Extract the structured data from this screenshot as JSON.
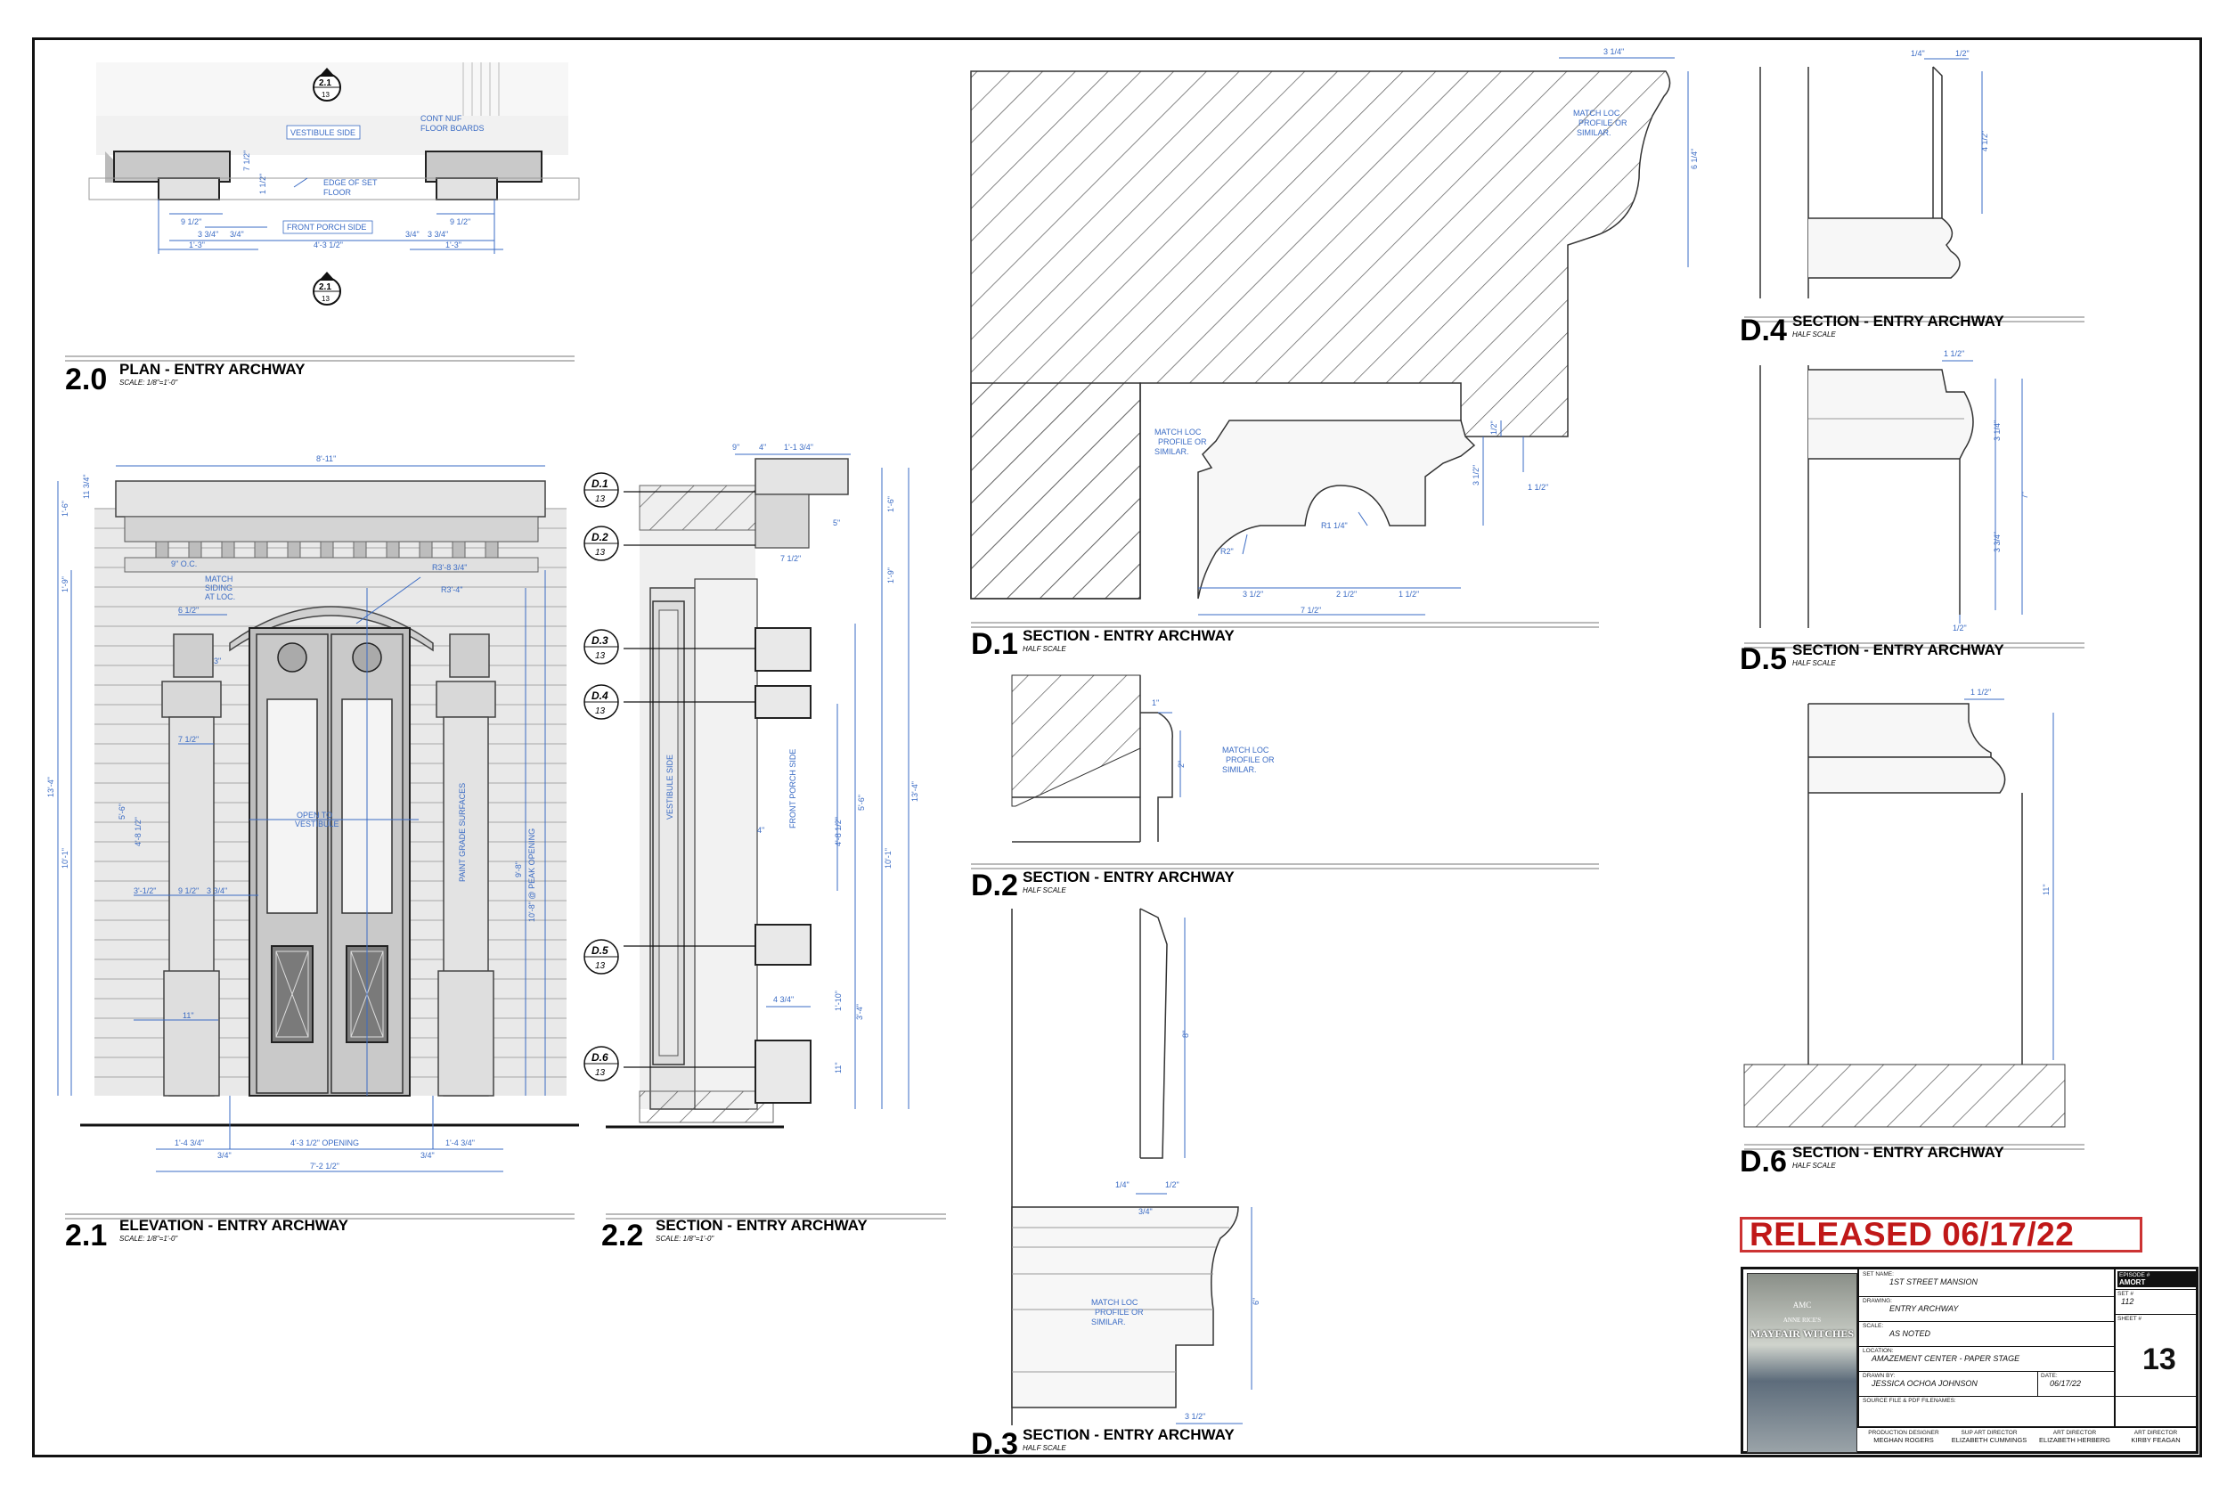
{
  "views": {
    "v20": {
      "num": "2.0",
      "title": "PLAN - ENTRY ARCHWAY",
      "scale": "SCALE: 1/8\"=1'-0\""
    },
    "v21": {
      "num": "2.1",
      "title": "ELEVATION - ENTRY ARCHWAY",
      "scale": "SCALE: 1/8\"=1'-0\""
    },
    "v22": {
      "num": "2.2",
      "title": "SECTION - ENTRY ARCHWAY",
      "scale": "SCALE: 1/8\"=1'-0\""
    },
    "d1": {
      "num": "D.1",
      "title": "SECTION - ENTRY ARCHWAY",
      "scale": "HALF SCALE"
    },
    "d2": {
      "num": "D.2",
      "title": "SECTION - ENTRY ARCHWAY",
      "scale": "HALF SCALE"
    },
    "d3": {
      "num": "D.3",
      "title": "SECTION - ENTRY ARCHWAY",
      "scale": "HALF SCALE"
    },
    "d4": {
      "num": "D.4",
      "title": "SECTION - ENTRY ARCHWAY",
      "scale": "HALF SCALE"
    },
    "d5": {
      "num": "D.5",
      "title": "SECTION - ENTRY ARCHWAY",
      "scale": "HALF SCALE"
    },
    "d6": {
      "num": "D.6",
      "title": "SECTION - ENTRY ARCHWAY",
      "scale": "HALF SCALE"
    }
  },
  "plan": {
    "vestibule": "VESTIBULE SIDE",
    "cont_floor_1": "CONT NUF",
    "cont_floor_2": "FLOOR BOARDS",
    "edge_1": "EDGE OF SET",
    "edge_2": "FLOOR",
    "porch": "FRONT PORCH SIDE",
    "dims": {
      "a": "9 1/2\"",
      "b": "3 3/4\"",
      "c": "3/4\"",
      "d": "1'-3\"",
      "e": "4'-3 1/2\"",
      "f": "3/4\"",
      "g": "3 3/4\"",
      "h": "9 1/2\"",
      "i": "1'-3\"",
      "j": "7 1/2\"",
      "k": "1 1/2\""
    },
    "callout_top": {
      "a": "2.1",
      "b": "13"
    },
    "callout_bottom": {
      "a": "2.1",
      "b": "13"
    }
  },
  "elevation": {
    "width_top": "8'-11\"",
    "oc": "9\" O.C.",
    "siding_1": "MATCH",
    "siding_2": "SIDING",
    "siding_3": "AT LOC.",
    "r1": "R3'-8 3/4\"",
    "r2": "R3'-4\"",
    "open_1": "OPEN TO",
    "open_2": "VESTIBULE",
    "paint": "PAINT GRADE SURFACES",
    "peak": "10'-8\" @ PEAK OPENING",
    "overall_h": "13'-4\"",
    "h2": "10'-1\"",
    "h3": "9'-8\"",
    "opening": "4'-3 1/2\" OPENING",
    "side_l": "1'-4 3/4\"",
    "side_r": "1'-4 3/4\"",
    "bot_l": "3/4\"",
    "bot_r": "3/4\"",
    "overall_w": "7'-2 1/2\"",
    "d_a": "6 1/2\"",
    "d_b": "7 1/2\"",
    "d_c": "9 1/2\"",
    "d_d": "3 3/4\"",
    "d_e": "11\"",
    "d_f": "3'-1/2\"",
    "d_g": "1'-6\"",
    "d_h": "1'-9\"",
    "d_i": "4'-8 1/2\"",
    "d_j": "5'-6\"",
    "d_k": "3\"",
    "d_l": "11 3/4\""
  },
  "section22": {
    "vest": "VESTIBULE SIDE",
    "porch": "FRONT PORCH SIDE",
    "dims": {
      "a": "9\"",
      "b": "4\"",
      "c": "1'-1 3/4\"",
      "d": "1'-6\"",
      "e": "1'-9\"",
      "f": "7 1/2\"",
      "g": "5\"",
      "h": "13'-4\"",
      "i": "10'-1\"",
      "j": "4'-8 1/2\"",
      "k": "5'-6\"",
      "l": "1'-10\"",
      "m": "4 3/4\"",
      "n": "3'-4\"",
      "o": "11\"",
      "p": "4\""
    },
    "callouts": [
      {
        "a": "D.1",
        "b": "13"
      },
      {
        "a": "D.2",
        "b": "13"
      },
      {
        "a": "D.3",
        "b": "13"
      },
      {
        "a": "D.4",
        "b": "13"
      },
      {
        "a": "D.5",
        "b": "13"
      },
      {
        "a": "D.6",
        "b": "13"
      }
    ]
  },
  "d1": {
    "match_1": "MATCH LOC",
    "match_2": "PROFILE OR",
    "match_3": "SIMILAR.",
    "match_b1": "MATCH LOC",
    "match_b2": "PROFILE OR",
    "match_b3": "SIMILAR.",
    "w_top": "3 1/4\"",
    "h_right": "6 1/4\"",
    "r1": "R1 1/4\"",
    "r2": "R2\"",
    "w1": "3 1/2\"",
    "w2": "2 1/2\"",
    "w3": "1 1/2\"",
    "w_total": "7 1/2\"",
    "h1": "3 1/2\"",
    "h2": "1 1/2\"",
    "h3": "1/2\""
  },
  "d2": {
    "match_1": "MATCH LOC",
    "match_2": "PROFILE OR",
    "match_3": "SIMILAR.",
    "w": "1\"",
    "h": "2\""
  },
  "d3": {
    "match_1": "MATCH LOC",
    "match_2": "PROFILE OR",
    "match_3": "SIMILAR.",
    "h1": "8\"",
    "a": "1/4\"",
    "b": "1/2\"",
    "c": "3/4\"",
    "h2": "6\"",
    "w": "3 1/2\""
  },
  "d4": {
    "a": "1/4\"",
    "b": "1/2\"",
    "h": "4 1/2\""
  },
  "d5": {
    "w": "1 1/2\"",
    "a": "3 1/4\"",
    "b": "7\"",
    "c": "3 3/4\"",
    "d": "1/2\""
  },
  "d6": {
    "w": "1 1/2\"",
    "h": "11\""
  },
  "released": "RELEASED 06/17/22",
  "titleblock": {
    "logo_1": "AMC",
    "logo_2": "ANNE RICE'S",
    "logo_3": "MAYFAIR WITCHES",
    "set_name_label": "SET NAME:",
    "set_name": "1ST STREET MANSION",
    "episode_label": "EPISODE #",
    "episode": "AMORT",
    "drawing_label": "DRAWING:",
    "drawing": "ENTRY ARCHWAY",
    "set_label": "SET #",
    "set": "112",
    "scale_label": "SCALE:",
    "scale": "AS NOTED",
    "sheet_label": "SHEET #",
    "sheet": "13",
    "location_label": "LOCATION:",
    "location": "AMAZEMENT CENTER - PAPER STAGE",
    "drawn_label": "DRAWN BY:",
    "drawn": "JESSICA OCHOA JOHNSON",
    "date_label": "DATE:",
    "date": "06/17/22",
    "source_label": "SOURCE FILE & PDF FILENAMES:",
    "pd_label": "PRODUCTION DESIGNER",
    "pd": "MEGHAN ROGERS",
    "sad_label": "SUP ART DIRECTOR",
    "sad": "ELIZABETH CUMMINGS",
    "ad1_label": "ART DIRECTOR",
    "ad1": "ELIZABETH HERBERG",
    "ad2_label": "ART DIRECTOR",
    "ad2": "KIRBY FEAGAN"
  }
}
